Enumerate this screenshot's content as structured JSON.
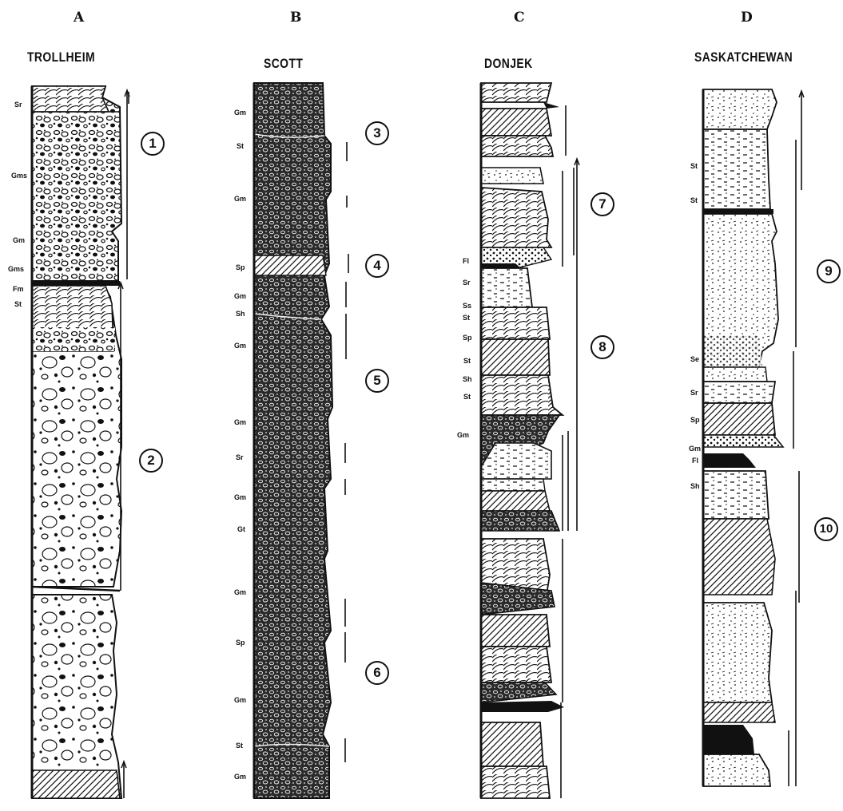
{
  "columns": [
    {
      "letter": "A",
      "title": "TROLLHEIM",
      "codes": [
        "Sr",
        "Gms",
        "Gm",
        "Gms",
        "Fm",
        "St"
      ],
      "cycles": [
        "1",
        "2"
      ]
    },
    {
      "letter": "B",
      "title": "SCOTT",
      "codes": [
        "Gm",
        "St",
        "Gm",
        "Sp",
        "Gm",
        "Sh",
        "Gm",
        "Gm",
        "Sr",
        "Gm",
        "Gt",
        "Gm",
        "Sp",
        "Gm",
        "St",
        "Gm"
      ],
      "cycles": [
        "3",
        "4",
        "5",
        "6"
      ]
    },
    {
      "letter": "C",
      "title": "DONJEK",
      "codes": [
        "Fl",
        "Sr",
        "Ss",
        "St",
        "Sp",
        "St",
        "Sh",
        "St",
        "Gm"
      ],
      "cycles": [
        "7",
        "8"
      ]
    },
    {
      "letter": "D",
      "title": "SASKATCHEWAN",
      "codes": [
        "St",
        "St",
        "Se",
        "Sr",
        "Sp",
        "Gm",
        "Fl",
        "Sh"
      ],
      "cycles": [
        "9",
        "10"
      ]
    }
  ],
  "fill_colors": {
    "ink": "#111111",
    "paper": "#ffffff",
    "dark_fill": "#2a2a2a"
  }
}
